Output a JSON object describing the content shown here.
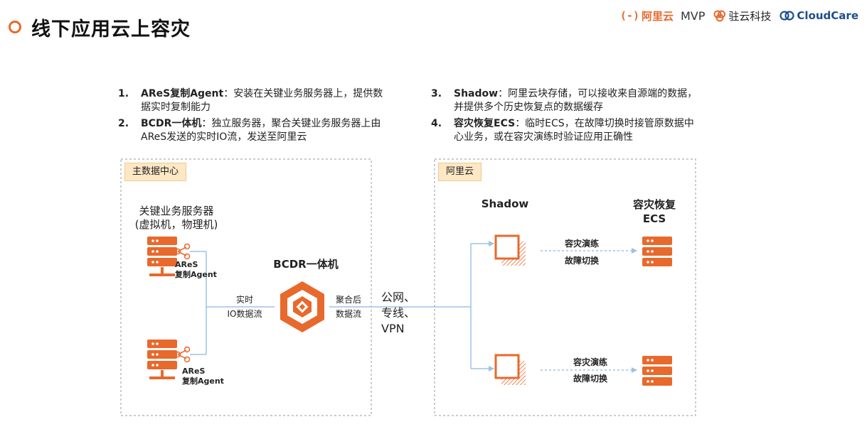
{
  "slide_title": "线下应用云上容灾",
  "logos": {
    "aliyun": "阿里云",
    "mvp": "MVP",
    "zhuyun": "驻云科技",
    "cloudcare": "CloudCare"
  },
  "descriptions": [
    {
      "num": "1.",
      "keyword": "AReS复制Agent",
      "text": "：安装在关键业务服务器上，提供数据实时复制能力"
    },
    {
      "num": "2.",
      "keyword": "BCDR一体机",
      "text": "：独立服务器，聚合关键业务服务器上由AReS发送的实时IO流，发送至阿里云"
    },
    {
      "num": "3.",
      "keyword": "Shadow",
      "text": "：阿里云块存储，可以接收来自源端的数据，并提供多个历史恢复点的数据缓存"
    },
    {
      "num": "4.",
      "keyword": "容灾恢复ECS",
      "text": "：临时ECS，在故障切换时接管原数据中心业务，或在容灾演练时验证应用正确性"
    }
  ],
  "diagram": {
    "left_region_label": "主数据中心",
    "right_region_label": "阿里云",
    "servers_title_line1": "关键业务服务器",
    "servers_title_line2": "(虚拟机，物理机)",
    "agent_label_line1": "AReS",
    "agent_label_line2": "复制Agent",
    "realtime_line1": "实时",
    "realtime_line2": "IO数据流",
    "bcdr_label": "BCDR一体机",
    "aggregated_line1": "聚合后",
    "aggregated_line2": "数据流",
    "network_line1": "公网、",
    "network_line2": "专线、",
    "network_line3": "VPN",
    "shadow_label": "Shadow",
    "ecs_label_line1": "容灾恢复",
    "ecs_label_line2": "ECS",
    "drill_label": "容灾演练",
    "failover_label": "故障切换"
  },
  "colors": {
    "accent": "#e8692c",
    "line_blue": "#9cc3e6",
    "region_label_bg": "#fde7c5"
  }
}
